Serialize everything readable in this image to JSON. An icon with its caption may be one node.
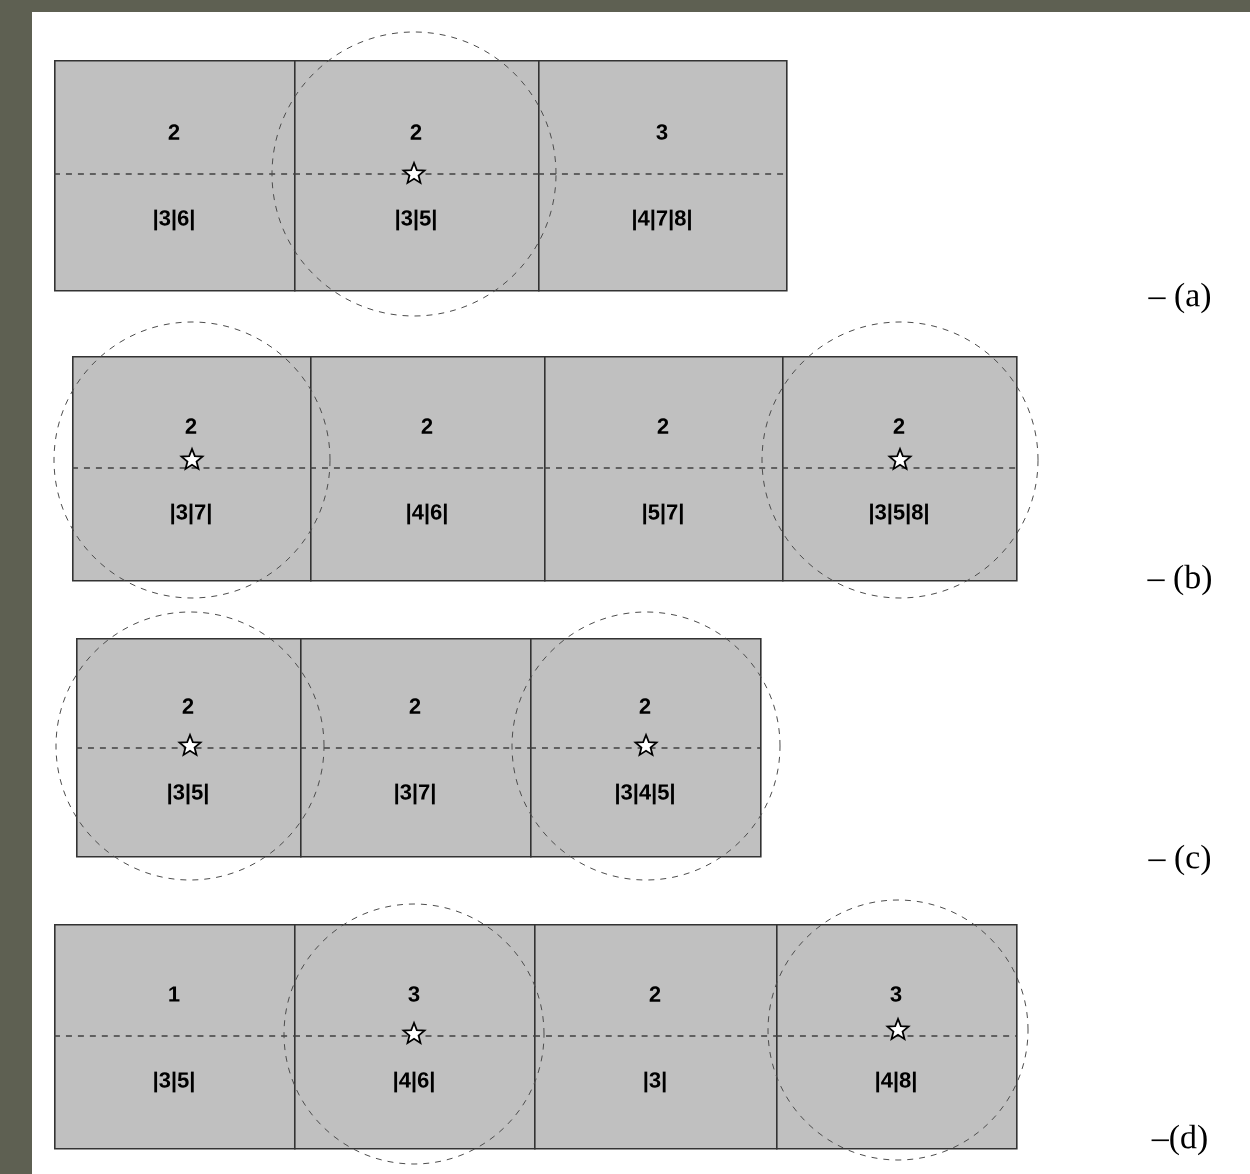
{
  "diagram": {
    "nodes": [
      {
        "text": [
          "2",
          "|3|6|"
        ]
      },
      {
        "text": [
          "2",
          "|3|5|"
        ]
      },
      {
        "text": [
          "3",
          "|4|7|8|"
        ]
      },
      {
        "text": [
          "2",
          "|3|7|"
        ]
      },
      {
        "text": [
          "2",
          "|4|6|"
        ]
      },
      {
        "text": [
          "2",
          "|5|7|"
        ]
      },
      {
        "text": [
          "2",
          "|3|5|8|"
        ]
      },
      {
        "text": [
          "2",
          "|3|5|"
        ]
      },
      {
        "text": [
          "2",
          "|3|7|"
        ]
      },
      {
        "text": [
          "2",
          "|3|4|5|"
        ]
      },
      {
        "text": [
          "1",
          "|3|5|"
        ]
      },
      {
        "text": [
          "3",
          "|4|6|"
        ]
      },
      {
        "text": [
          "2",
          "|3|"
        ]
      },
      {
        "text": [
          "3",
          "|4|8|"
        ]
      }
    ],
    "labels": [
      "– (a)",
      "– (b)",
      "– (c)",
      "–(d)"
    ]
  }
}
